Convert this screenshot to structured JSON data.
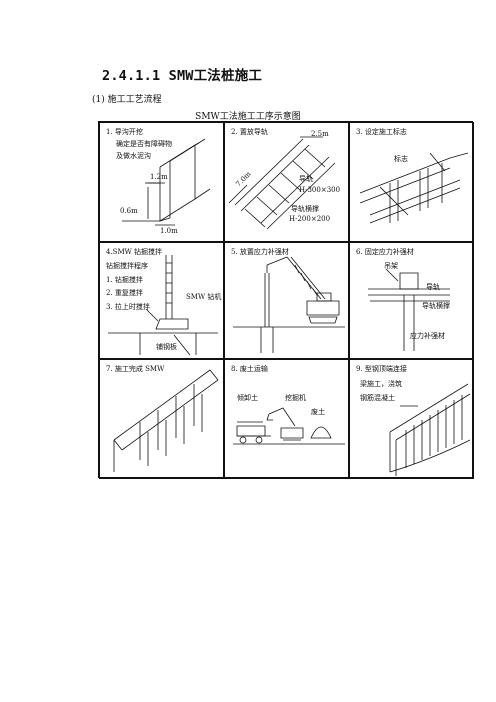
{
  "heading": "2.4.1.1 SMW工法桩施工",
  "subheading": "(1) 施工工艺流程",
  "figure_title": "SMW工法施工工序示意图",
  "panels": [
    {
      "step": "1. 导沟开挖",
      "notes": [
        "确定是否有障碍物",
        "及做水泥沟"
      ],
      "dims": [
        "1.2m",
        "0.6m",
        "1.0m"
      ]
    },
    {
      "step": "2. 置放导轨",
      "dims": [
        "2.5m",
        "7.0m"
      ],
      "notes": [
        "导轨",
        "H-300×300",
        "导轨横撑",
        "H-200×200"
      ]
    },
    {
      "step": "3. 设定施工标志",
      "notes": [
        "标志"
      ]
    },
    {
      "step": "4.SMW 钻掘搅拌",
      "notes": [
        "钻掘搅拌程序",
        "1. 钻掘搅拌",
        "2. 重复搅拌",
        "3. 拉上时搅拌",
        "SMW 钻机",
        "铺钢板"
      ]
    },
    {
      "step": "5. 放置应力补强材"
    },
    {
      "step": "6. 固定应力补强材",
      "notes": [
        "吊架",
        "导轨",
        "导轨横撑",
        "应力补强材"
      ]
    },
    {
      "step": "7. 施工完成 SMW"
    },
    {
      "step": "8. 废土运输",
      "notes": [
        "倾卸土",
        "挖掘机",
        "废土"
      ]
    },
    {
      "step": "9. 型钢顶端连接",
      "notes": [
        "梁施工，浇筑",
        "钢筋混凝土"
      ]
    }
  ]
}
